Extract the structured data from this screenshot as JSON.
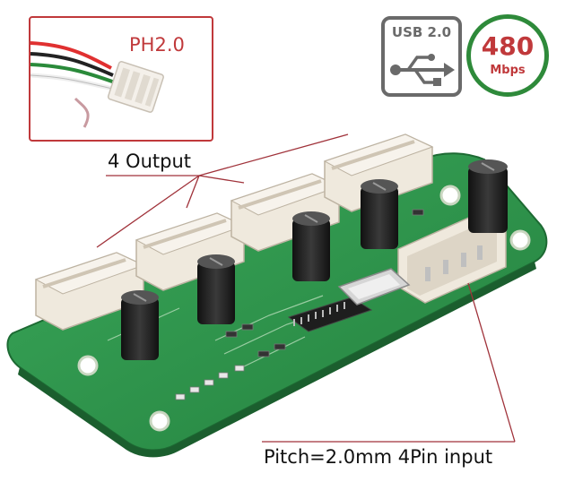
{
  "inset": {
    "connector_label": "PH2.0"
  },
  "badges": {
    "usb_label": "USB 2.0",
    "usb_icon": "usb-trident-icon",
    "speed_value": "480",
    "speed_unit": "Mbps"
  },
  "callouts": {
    "outputs": "4 Output",
    "input": "Pitch=2.0mm 4Pin input"
  },
  "colors": {
    "pcb_green": "#2f9a4e",
    "connector_white": "#efe9dd",
    "accent_red": "#c0393b",
    "badge_gray": "#6a6a6a",
    "badge_green": "#2e8a3a"
  }
}
